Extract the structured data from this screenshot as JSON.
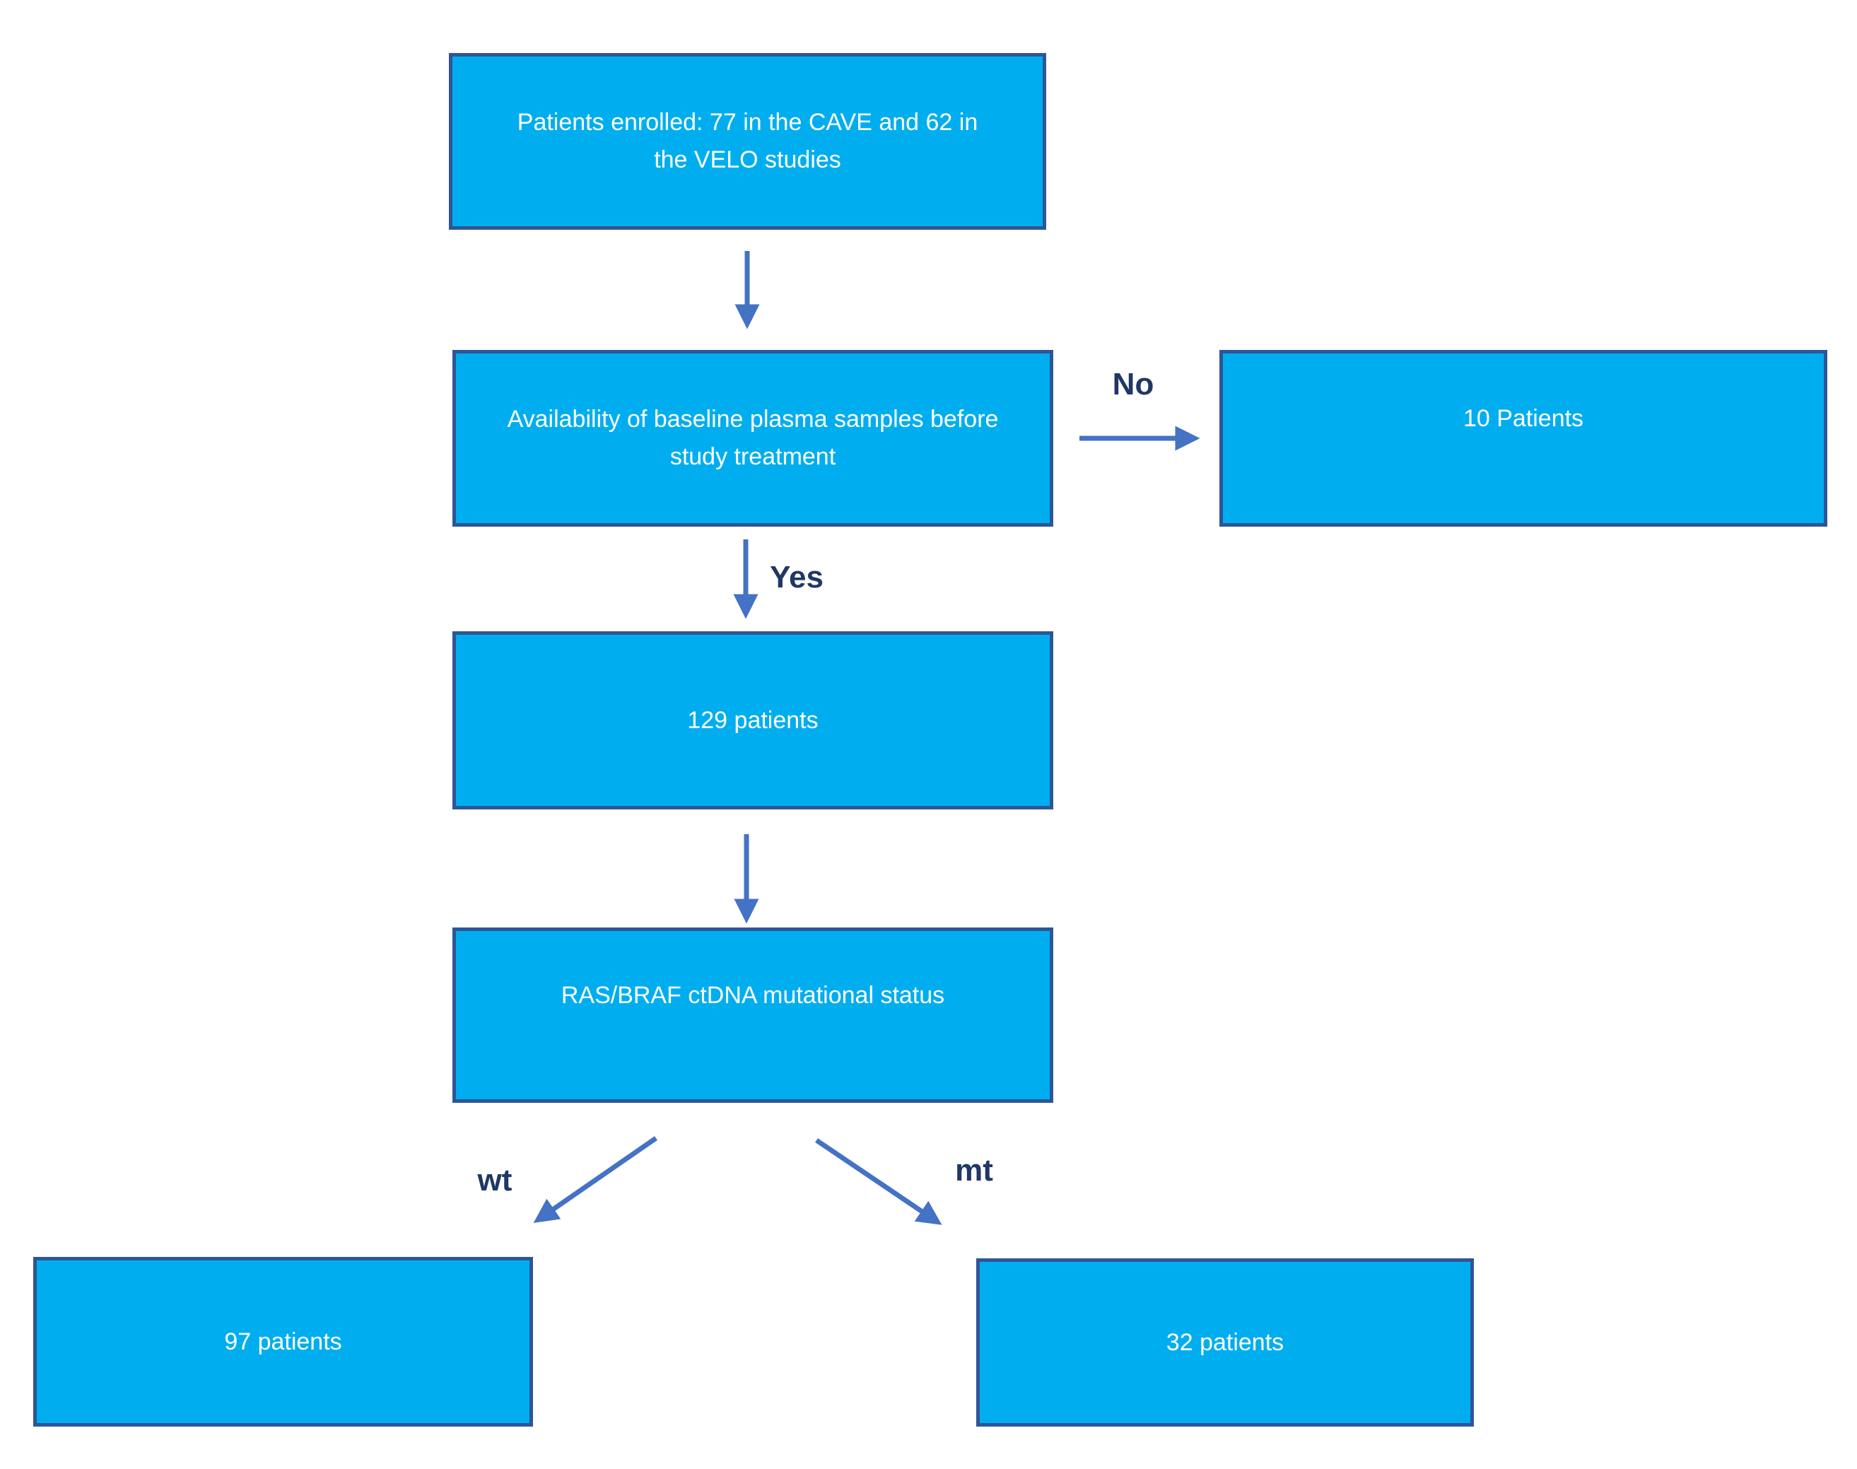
{
  "diagram": {
    "type": "flowchart",
    "boxes": {
      "enrolled": {
        "label": "Patients enrolled: 77 in the CAVE and 62 in the VELO studies"
      },
      "availability": {
        "label": "Availability of baseline plasma samples before study treatment"
      },
      "excluded": {
        "label": "10 Patients"
      },
      "included": {
        "label": "129 patients"
      },
      "mutational_status": {
        "label": "RAS/BRAF ctDNA mutational status"
      },
      "wt_group": {
        "label": "97 patients"
      },
      "mt_group": {
        "label": "32 patients"
      }
    },
    "edge_labels": {
      "no": "No",
      "yes": "Yes",
      "wt": "wt",
      "mt": "mt"
    },
    "edges": [
      {
        "from": "enrolled",
        "to": "availability",
        "label": ""
      },
      {
        "from": "availability",
        "to": "excluded",
        "label": "No"
      },
      {
        "from": "availability",
        "to": "included",
        "label": "Yes"
      },
      {
        "from": "included",
        "to": "mutational_status",
        "label": ""
      },
      {
        "from": "mutational_status",
        "to": "wt_group",
        "label": "wt"
      },
      {
        "from": "mutational_status",
        "to": "mt_group",
        "label": "mt"
      }
    ],
    "colors": {
      "box_fill": "#00AEEF",
      "box_border": "#2E5597",
      "box_text": "#FFFFFF",
      "arrow": "#4472C4",
      "edge_label": "#1F3864",
      "background": "#FFFFFF"
    }
  }
}
